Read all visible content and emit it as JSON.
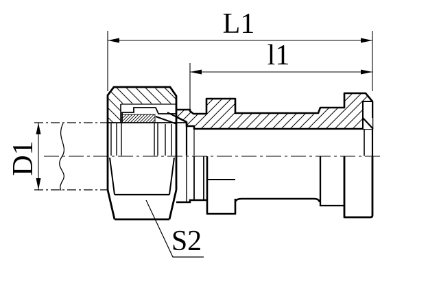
{
  "drawing": {
    "type": "engineering-half-section-drawing",
    "subject": "tube fitting: flange adapter with swivel nut and cutting ring",
    "colors": {
      "line": "#000000",
      "background": "#ffffff"
    },
    "dimensions": {
      "overall_length_label": "L1",
      "shank_length_label": "l1",
      "tube_diameter_label": "D1",
      "hex_size_label": "S2"
    }
  }
}
